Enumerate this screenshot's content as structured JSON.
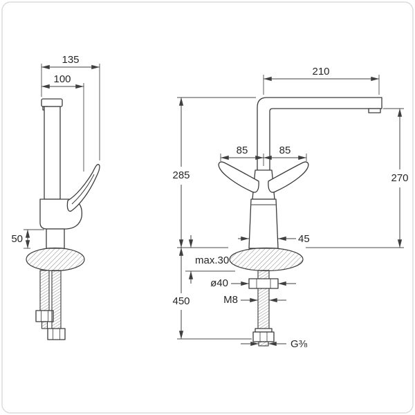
{
  "page": {
    "background": "#ffffff",
    "border_color": "#dcdcdc"
  },
  "drawing": {
    "kind": "faucet-installation-technical-drawing",
    "line_color": "#3f3f3f",
    "labels": {
      "side_overall_depth": "135",
      "side_body_depth": "100",
      "side_base_height": "50",
      "front_spout_reach": "210",
      "front_handle_left": "85",
      "front_handle_right": "85",
      "front_height_total": "285",
      "front_height_outlet": "270",
      "front_base_width": "45",
      "front_deck_max": "max.30",
      "front_hole_dia": "ø40",
      "front_stud_thread": "M8",
      "front_hose_length": "450",
      "front_connection": "G⅜"
    }
  }
}
